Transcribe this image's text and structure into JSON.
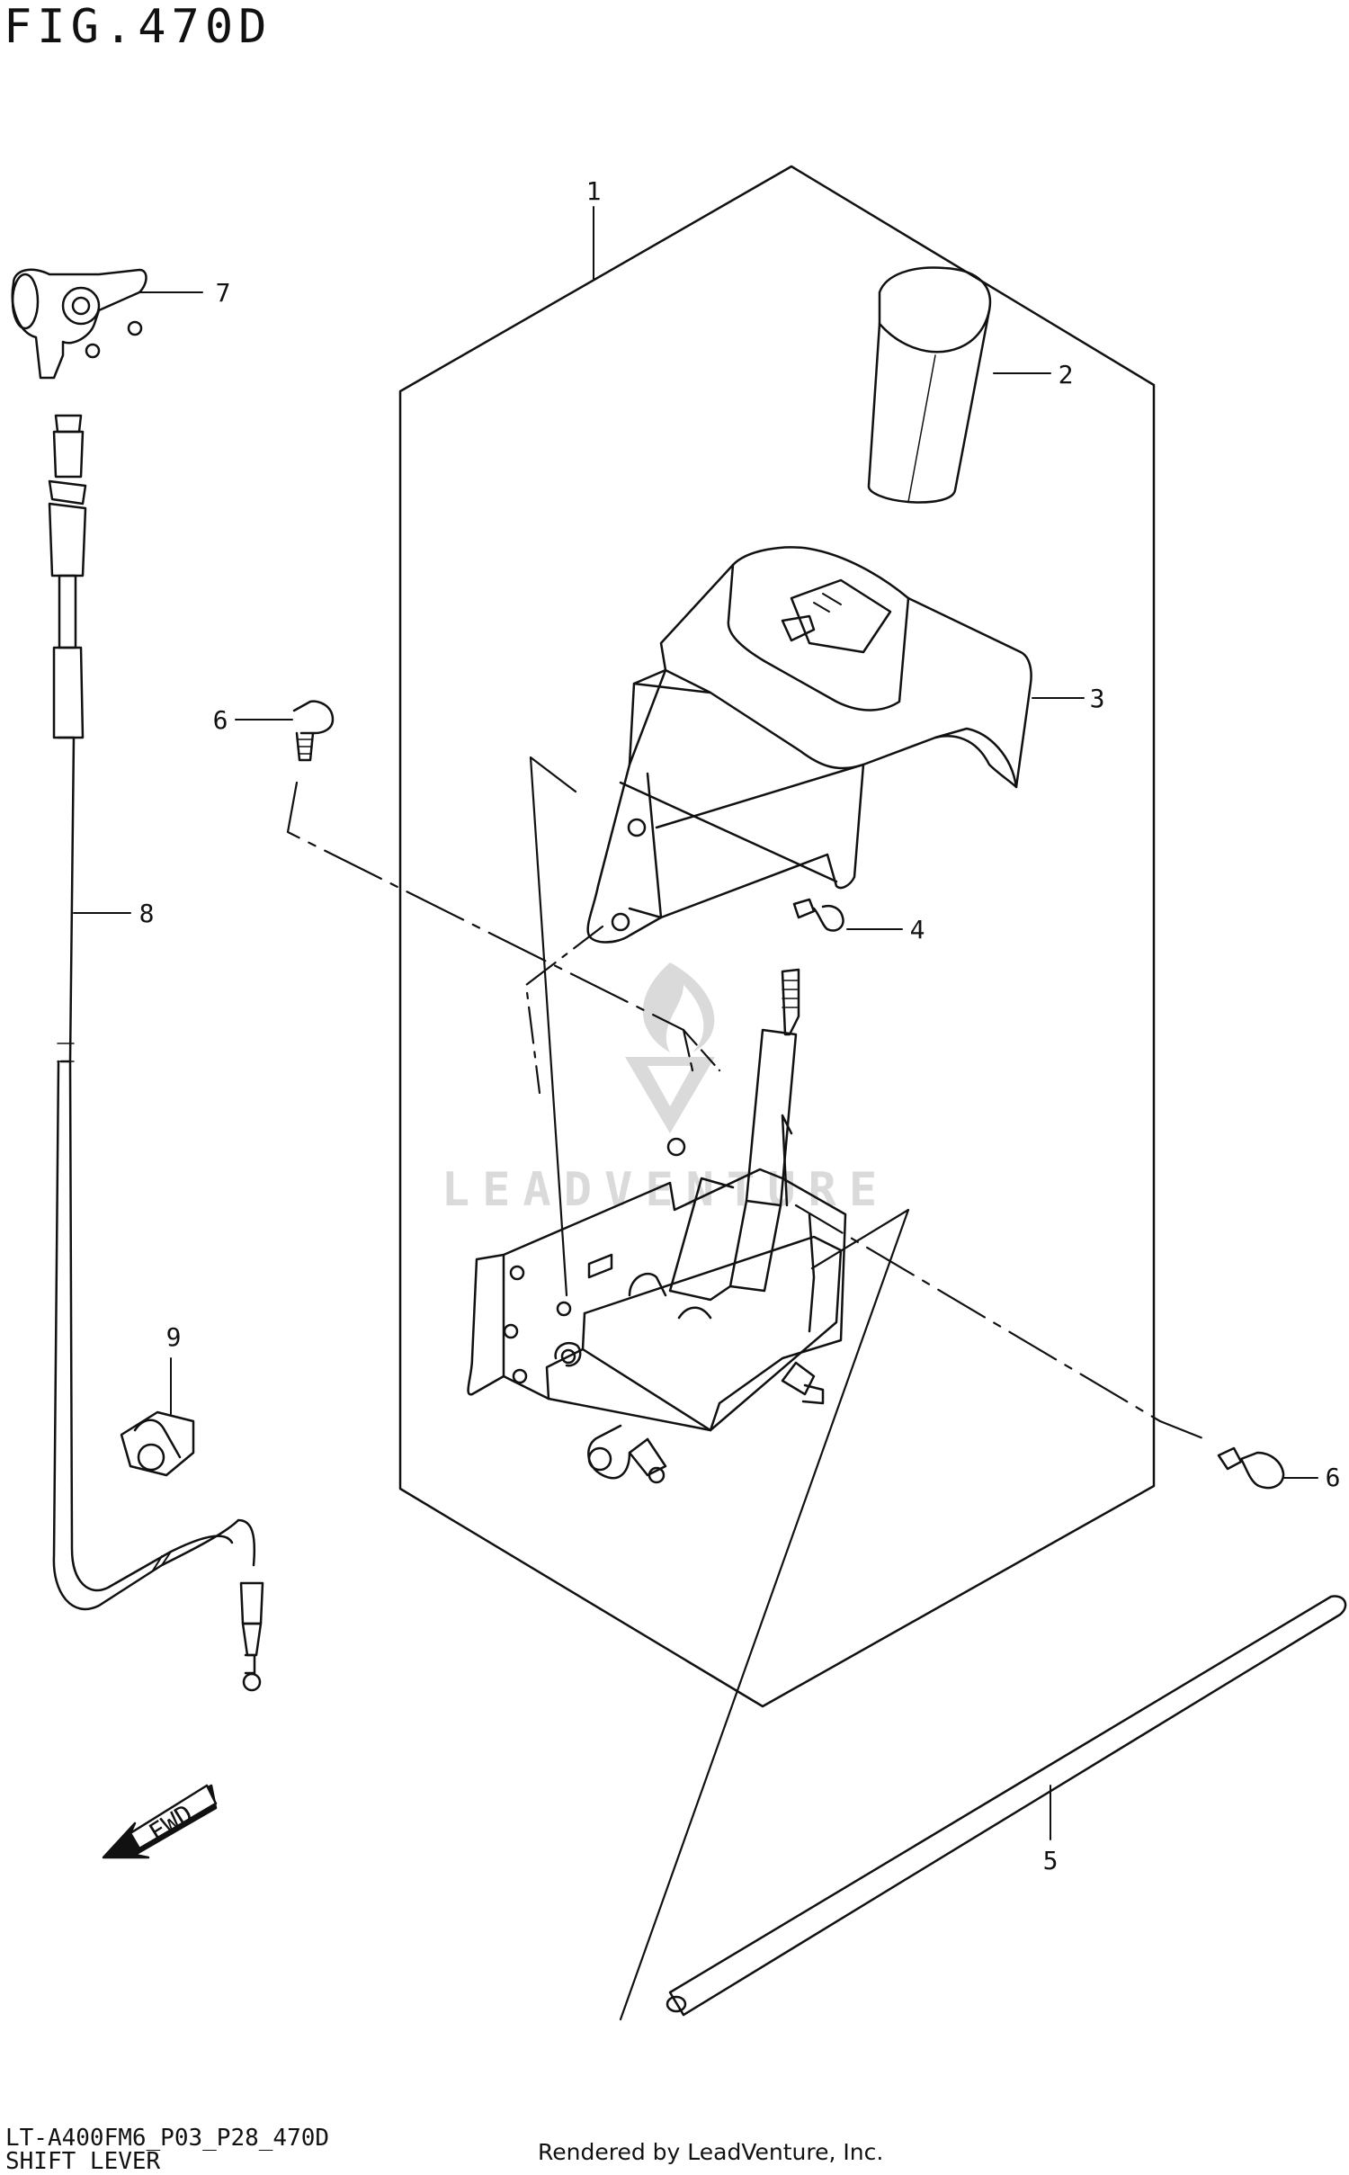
{
  "figure": {
    "title": "FIG.470D",
    "model_code": "LT-A400FM6_P03_P28_470D",
    "section": "SHIFT LEVER",
    "credit": "Rendered by LeadVenture, Inc.",
    "watermark": "LEADVENTURE"
  },
  "fwd_arrow": {
    "label": "FWD"
  },
  "callouts": [
    {
      "id": "1",
      "label": "1"
    },
    {
      "id": "2",
      "label": "2"
    },
    {
      "id": "3",
      "label": "3"
    },
    {
      "id": "4",
      "label": "4"
    },
    {
      "id": "5",
      "label": "5"
    },
    {
      "id": "6a",
      "label": "6"
    },
    {
      "id": "6b",
      "label": "6"
    },
    {
      "id": "7",
      "label": "7"
    },
    {
      "id": "8",
      "label": "8"
    },
    {
      "id": "9",
      "label": "9"
    }
  ],
  "colors": {
    "ink": "#111111",
    "watermark": "#d9d9d9",
    "background": "#ffffff"
  }
}
